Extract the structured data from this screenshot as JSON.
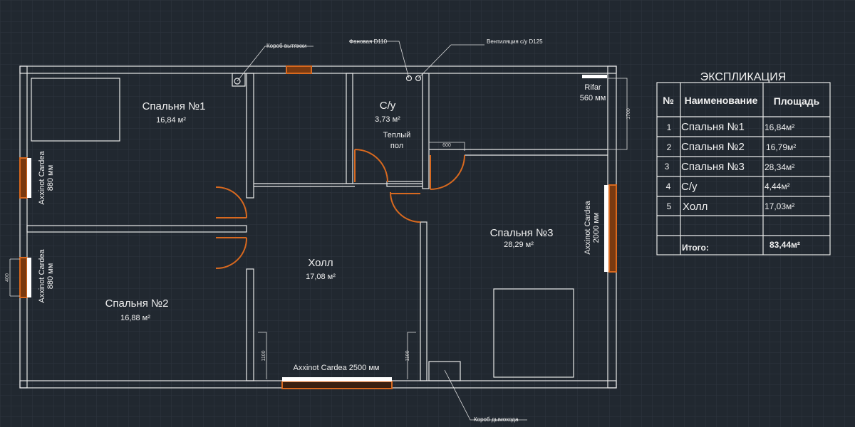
{
  "colors": {
    "background": "#212830",
    "lines": "#e8e8e8",
    "doors_windows": "#d8691f"
  },
  "rooms": [
    {
      "name": "Спальня №1",
      "area": "16,84 м²"
    },
    {
      "name": "Спальня №2",
      "area": "16,88 м²"
    },
    {
      "name": "Спальня №3",
      "area": "28,29 м²"
    },
    {
      "name": "С/у",
      "area": "3,73 м²"
    },
    {
      "name": "Холл",
      "area": "17,08 м²"
    }
  ],
  "notes": {
    "warm_floor_1": "Теплый",
    "warm_floor_2": "пол",
    "exhaust_box": "Короб вытяжки",
    "fan_pipe": "Фановая D110",
    "ventilation": "Вентиляция с/у D125",
    "chimney_box": "Короб дымохода"
  },
  "radiators": {
    "rifar_name": "Rifar",
    "rifar_size": "560 мм",
    "bed1_window": "Axxinot Cardea",
    "bed1_window_size": "880 мм",
    "bed2_window": "Axxinot Cardea",
    "bed2_window_size": "880 мм",
    "bed3_window": "Axxinot Cardea",
    "bed3_window_size": "2000 мм",
    "hall_window": "Axxinot Cardea  2500 мм"
  },
  "dimensions": {
    "d600": "600",
    "d1700": "1700",
    "d400": "400",
    "d1100a": "1100",
    "d1100b": "1100"
  },
  "explication": {
    "title": "ЭКСПЛИКАЦИЯ",
    "headers": [
      "№",
      "Наименование",
      "Площадь"
    ],
    "rows": [
      {
        "n": "1",
        "name": "Спальня №1",
        "area": "16,84м²"
      },
      {
        "n": "2",
        "name": "Спальня №2",
        "area": "16,79м²"
      },
      {
        "n": "3",
        "name": "Спальня №3",
        "area": "28,34м²"
      },
      {
        "n": "4",
        "name": "С/у",
        "area": "4,44м²"
      },
      {
        "n": "5",
        "name": "Холл",
        "area": "17,03м²"
      }
    ],
    "total_label": "Итого:",
    "total_value": "83,44м²"
  }
}
